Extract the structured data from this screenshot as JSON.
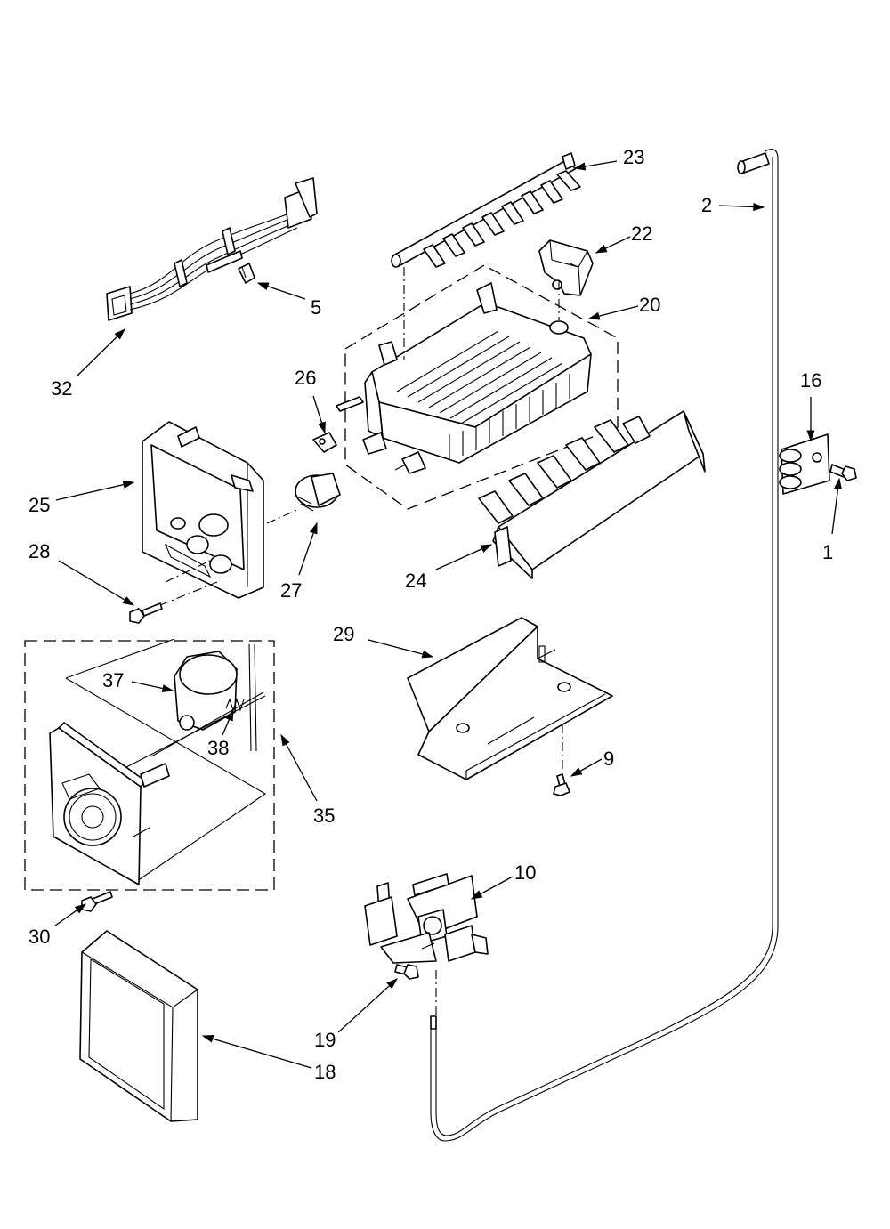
{
  "callouts": [
    {
      "id": "c1",
      "label": "1"
    },
    {
      "id": "c2",
      "label": "2"
    },
    {
      "id": "c5",
      "label": "5"
    },
    {
      "id": "c9",
      "label": "9"
    },
    {
      "id": "c10",
      "label": "10"
    },
    {
      "id": "c16",
      "label": "16"
    },
    {
      "id": "c18",
      "label": "18"
    },
    {
      "id": "c19",
      "label": "19"
    },
    {
      "id": "c20",
      "label": "20"
    },
    {
      "id": "c22",
      "label": "22"
    },
    {
      "id": "c23",
      "label": "23"
    },
    {
      "id": "c24",
      "label": "24"
    },
    {
      "id": "c25",
      "label": "25"
    },
    {
      "id": "c26",
      "label": "26"
    },
    {
      "id": "c27",
      "label": "27"
    },
    {
      "id": "c28",
      "label": "28"
    },
    {
      "id": "c29",
      "label": "29"
    },
    {
      "id": "c30",
      "label": "30"
    },
    {
      "id": "c32",
      "label": "32"
    },
    {
      "id": "c35",
      "label": "35"
    },
    {
      "id": "c37",
      "label": "37"
    },
    {
      "id": "c38",
      "label": "38"
    }
  ]
}
